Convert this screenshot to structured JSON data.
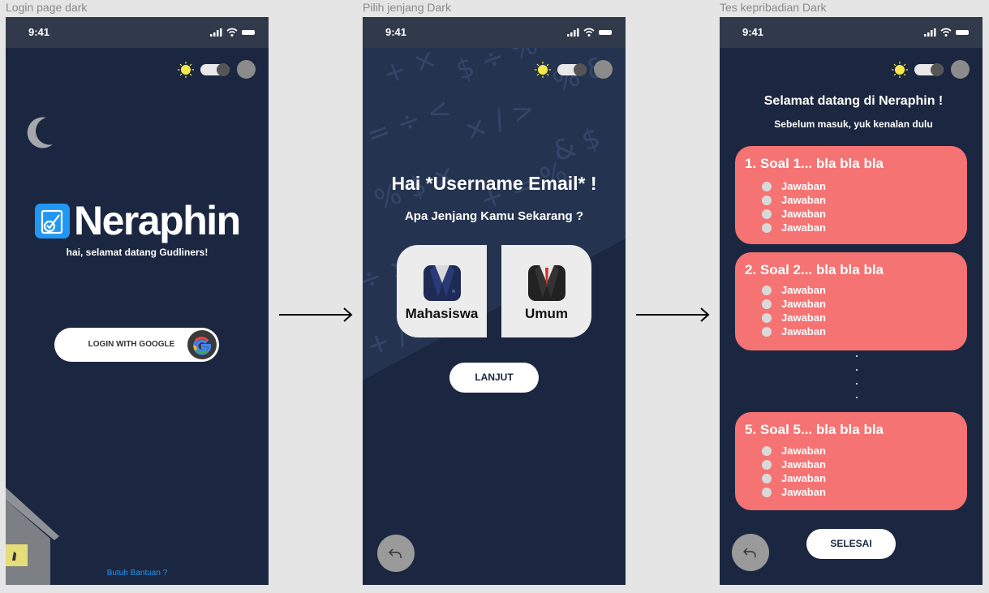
{
  "frames": {
    "login": "Login page dark",
    "jenjang": "Pilih jenjang Dark",
    "tes": "Tes kepribadian Dark"
  },
  "status": {
    "time": "9:41"
  },
  "login": {
    "brand": "Neraphin",
    "tagline": "hai, selamat datang Gudliners!",
    "google_btn": "LOGIN WITH GOOGLE",
    "help_link": "Butuh Bantuan ?"
  },
  "jenjang": {
    "greeting": "Hai *Username Email* !",
    "question": "Apa Jenjang Kamu Sekarang ?",
    "options": [
      "Mahasiswa",
      "Umum"
    ],
    "next_btn": "LANJUT"
  },
  "tes": {
    "title": "Selamat datang di Neraphin !",
    "subtitle": "Sebelum masuk, yuk kenalan dulu",
    "questions": [
      {
        "label": "1. Soal 1... bla bla bla",
        "answers": [
          "Jawaban",
          "Jawaban",
          "Jawaban",
          "Jawaban"
        ]
      },
      {
        "label": "2. Soal 2... bla bla bla",
        "answers": [
          "Jawaban",
          "Jawaban",
          "Jawaban",
          "Jawaban"
        ]
      },
      {
        "label": "5. Soal 5... bla bla bla",
        "answers": [
          "Jawaban",
          "Jawaban",
          "Jawaban",
          "Jawaban"
        ]
      }
    ],
    "finish_btn": "SELESAI"
  },
  "colors": {
    "bg": "#1b2740",
    "card": "#f57373",
    "accent": "#2196f3",
    "sun": "#f5e94a"
  }
}
